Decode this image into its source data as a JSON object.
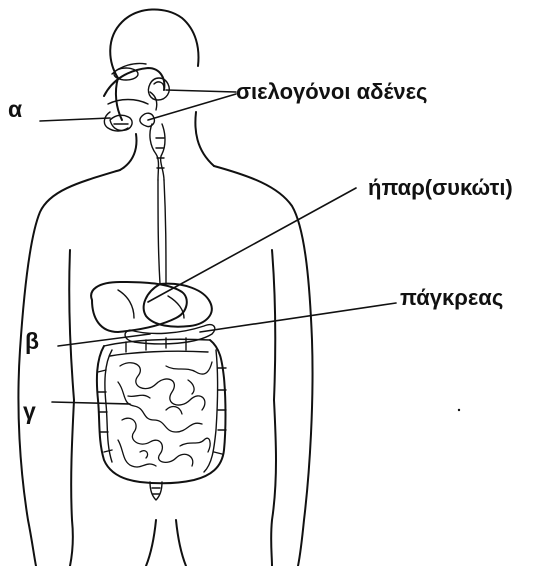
{
  "labels": {
    "alpha": "α",
    "beta": "β",
    "gamma": "γ",
    "salivary_glands": "σιελογόνοι αδένες",
    "liver": "ήπαρ(συκώτι)",
    "pancreas": "πάγκρεας"
  }
}
